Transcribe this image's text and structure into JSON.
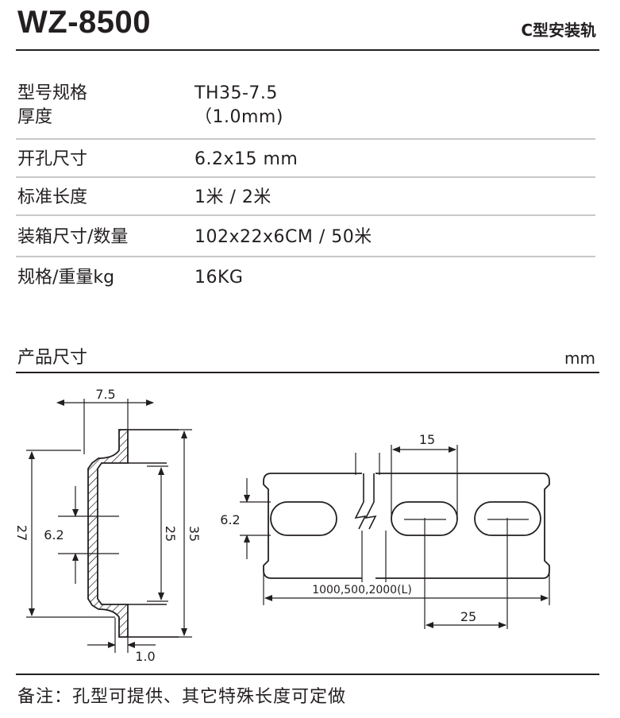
{
  "header": {
    "model": "WZ-8500",
    "type_label": "C型安装轨"
  },
  "specs": [
    {
      "label_lines": [
        "型号规格",
        "厚度"
      ],
      "value_lines": [
        "TH35-7.5",
        "（1.0mm)"
      ]
    },
    {
      "label_lines": [
        "开孔尺寸"
      ],
      "value_lines": [
        "6.2x15 mm"
      ]
    },
    {
      "label_lines": [
        "标准长度"
      ],
      "value_lines": [
        "1米 / 2米"
      ]
    },
    {
      "label_lines": [
        "装箱尺寸/数量"
      ],
      "value_lines": [
        "102x22x6CM / 50米"
      ]
    },
    {
      "label_lines": [
        "规格/重量kg"
      ],
      "value_lines": [
        "16KG"
      ]
    }
  ],
  "dimensions_section": {
    "title": "产品尺寸",
    "unit": "mm",
    "profile": {
      "top_width": "7.5",
      "slot_height": "6.2",
      "height_outer": "27",
      "height_inner": "25",
      "height_total": "35",
      "thickness": "1.0"
    },
    "plan": {
      "slot_height": "6.2",
      "slot_length": "15",
      "length": "1000,500,2000(L)",
      "pitch": "25"
    }
  },
  "note": "备注：孔型可提供、其它特殊长度可定做",
  "colors": {
    "ink": "#231f20",
    "divider": "#c8c8c8"
  }
}
